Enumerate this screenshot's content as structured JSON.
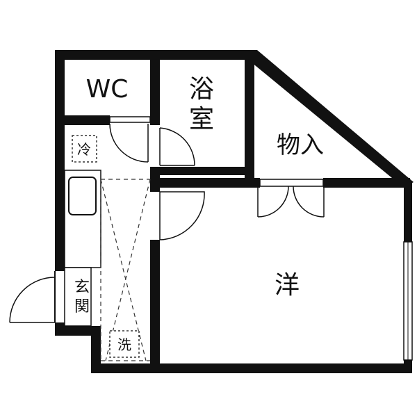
{
  "rooms": {
    "wc": "WC",
    "bath": "浴室",
    "storage": "物入",
    "western": "洋",
    "entrance": "玄関"
  },
  "fixtures": {
    "fridge": "冷",
    "washer": "洗"
  },
  "colors": {
    "wall": "#111111",
    "background": "#ffffff",
    "door": "#111111",
    "dashed": "#333333"
  }
}
